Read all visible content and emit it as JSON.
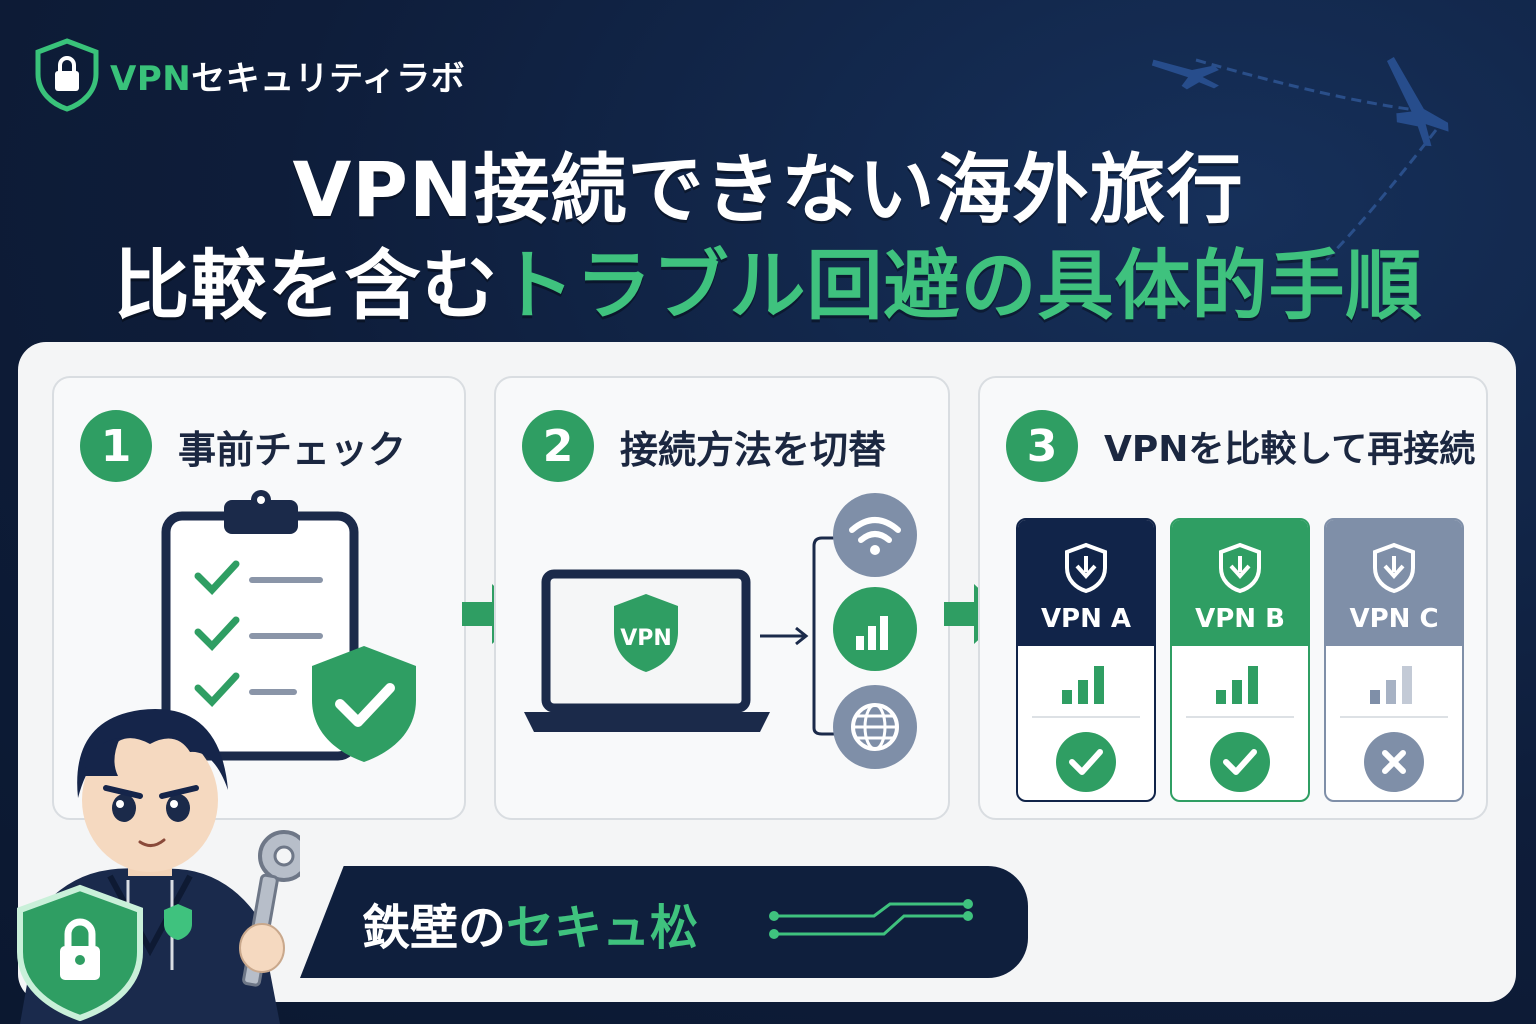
{
  "brand": {
    "name_prefix": "VPN",
    "name_suffix": "セキュリティラボ"
  },
  "headline": {
    "line1": "VPN接続できない海外旅行",
    "line2_white": "比較を含む",
    "line2_green": "トラブル回避の具体的手順"
  },
  "steps": [
    {
      "number": "1",
      "label": "事前チェック"
    },
    {
      "number": "2",
      "label": "接続方法を切替"
    },
    {
      "number": "3",
      "label": "VPNを比較して再接続"
    }
  ],
  "laptop_badge": "VPN",
  "vpn_compare": [
    {
      "name": "VPN A",
      "color": "#112449",
      "result": "ok"
    },
    {
      "name": "VPN B",
      "color": "#2f9e63",
      "result": "ok"
    },
    {
      "name": "VPN C",
      "color": "#7f8fa8",
      "result": "fail"
    }
  ],
  "connection_options": [
    "wifi-icon",
    "signal-icon",
    "globe-icon"
  ],
  "banner": {
    "white": "鉄壁の",
    "green": "セキュ松"
  },
  "colors": {
    "navy": "#0e1d3a",
    "green": "#3fc27e",
    "dark_green": "#2f9e63",
    "gray": "#7f8fa8"
  }
}
